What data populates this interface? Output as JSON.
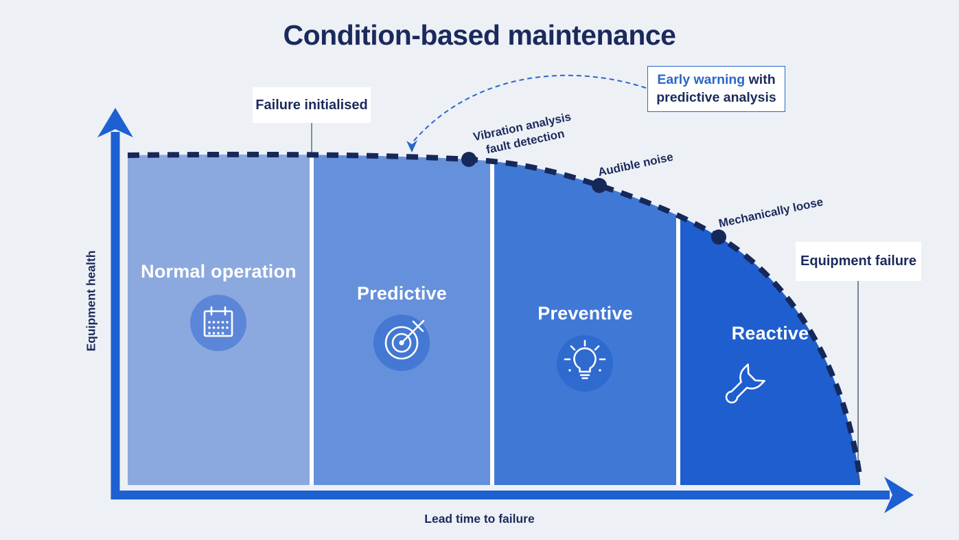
{
  "title": "Condition-based maintenance",
  "axes": {
    "y_label": "Equipment health",
    "x_label": "Lead time to failure"
  },
  "zones": [
    {
      "label": "Normal operation",
      "icon": "calendar-icon",
      "color": "#8ba9df"
    },
    {
      "label": "Predictive",
      "icon": "target-icon",
      "color": "#6590db"
    },
    {
      "label": "Preventive",
      "icon": "lightbulb-icon",
      "color": "#4078d6"
    },
    {
      "label": "Reactive",
      "icon": "wrench-icon",
      "color": "#1e5ecf"
    }
  ],
  "callouts": {
    "failure_initialised": "Failure initialised",
    "equipment_failure": "Equipment failure",
    "early_warning": {
      "highlight": "Early warning",
      "suffix": " with",
      "line2": "predictive analysis"
    }
  },
  "curve_annotations": [
    {
      "line1": "Vibration analysis",
      "line2": "fault detection"
    },
    {
      "line1": "Audible noise"
    },
    {
      "line1": "Mechanically loose"
    }
  ],
  "colors": {
    "background": "#edf0f5",
    "axis": "#1d60d2",
    "curve": "#16285a",
    "navy": "#1b2a5c",
    "zone1": "#8ba9df",
    "zone2": "#6590db",
    "zone3": "#4078d6",
    "zone4": "#1e5ecf",
    "badge1": "#5c86d8",
    "badge2": "#4478d3",
    "badge3": "#2f6ace",
    "accent": "#2a66c8",
    "icon_stroke": "#ffffff"
  }
}
